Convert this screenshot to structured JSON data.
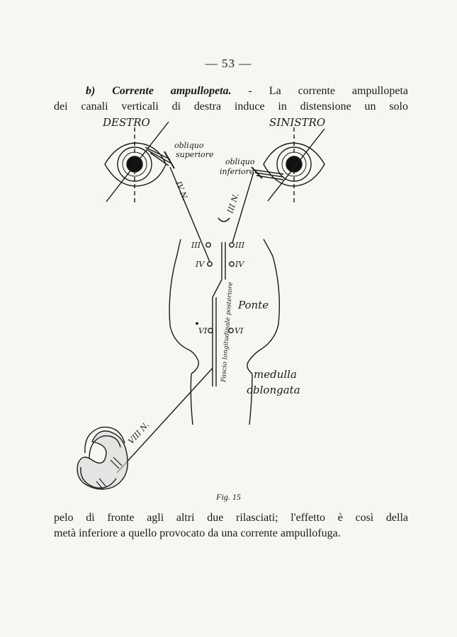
{
  "page": {
    "number": "— 53 —"
  },
  "section": {
    "heading": "b) Corrente ampullopeta.",
    "line1_rest": " - La corrente ampullopeta",
    "line2": "dei canali verticali di destra induce in distensione un solo"
  },
  "figure": {
    "label_right_eye": "DESTRO",
    "label_left_eye": "SINISTRO",
    "label_obliquo_superiore_1": "obliquo",
    "label_obliquo_superiore_2": "superiore",
    "label_obliquo_inferiore_1": "obliquo",
    "label_obliquo_inferiore_2": "inferiore",
    "nerve_iv": "IV N.",
    "nerve_iii": "III N.",
    "nerve_viii": "VIII N.",
    "nucleus_iii_left": "III",
    "nucleus_iii_right": "III",
    "nucleus_iv_left": "IV",
    "nucleus_iv_right": "IV",
    "nucleus_vi_left": "VI",
    "nucleus_vi_right": "VI",
    "label_ponte": "Ponte",
    "label_fascio": "Fascio longitudinale posteriore",
    "label_medulla_1": "medulla",
    "label_medulla_2": "oblongata",
    "caption": "Fig. 15"
  },
  "continuation": {
    "line1": "pelo di fronte agli altri due rilasciati; l'effetto è così della",
    "line2": "metà inferiore a quello provocato da una corrente ampullofuga."
  }
}
